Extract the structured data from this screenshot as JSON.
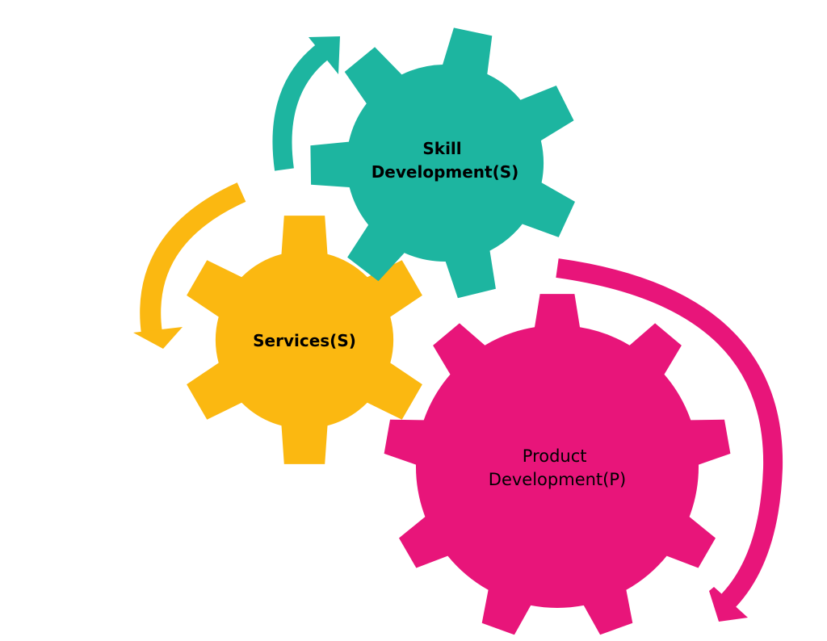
{
  "diagram": {
    "gears": [
      {
        "id": "skill",
        "label_lines": [
          "Skill",
          "Development(S)"
        ],
        "color": "#1db5a0",
        "teeth": 7
      },
      {
        "id": "services",
        "label_lines": [
          "Services(S)"
        ],
        "color": "#fbb811",
        "teeth": 6
      },
      {
        "id": "product",
        "label_lines": [
          "Product",
          "Development(P)"
        ],
        "color": "#e8157a",
        "teeth": 9
      }
    ],
    "arrows": [
      {
        "id": "teal",
        "color": "#1db5a0",
        "direction": "clockwise-up"
      },
      {
        "id": "orange",
        "color": "#fbb811",
        "direction": "counterclockwise-down"
      },
      {
        "id": "magenta",
        "color": "#e8157a",
        "direction": "clockwise-down"
      }
    ]
  }
}
